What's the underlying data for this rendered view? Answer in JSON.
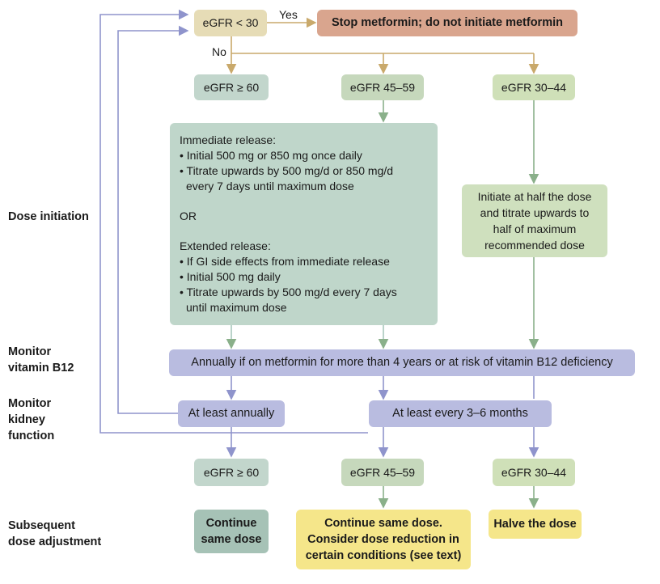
{
  "row_labels": {
    "dose_initiation": "Dose initiation",
    "monitor_b12_line1": "Monitor",
    "monitor_b12_line2": "vitamin B12",
    "monitor_kidney_line1": "Monitor",
    "monitor_kidney_line2": "kidney",
    "monitor_kidney_line3": "function",
    "subsequent_line1": "Subsequent",
    "subsequent_line2": "dose adjustment"
  },
  "decision": {
    "egfr_lt_30": "eGFR < 30",
    "yes": "Yes",
    "no": "No",
    "stop": "Stop metformin; do not initiate metformin"
  },
  "initiation_groups": {
    "g60": "eGFR ≥ 60",
    "g45": "eGFR 45–59",
    "g30": "eGFR 30–44"
  },
  "dose_box": {
    "ir_title": "Immediate release:",
    "ir_1": "• Initial 500 mg or 850 mg once daily",
    "ir_2a": "• Titrate upwards by 500 mg/d or 850 mg/d",
    "ir_2b": "every 7 days until maximum dose",
    "or": "OR",
    "er_title": "Extended release:",
    "er_1": "• If GI side effects from immediate release",
    "er_2": "• Initial 500 mg daily",
    "er_3a": "• Titrate upwards by 500 mg/d every 7 days",
    "er_3b": "until maximum dose"
  },
  "half_box": {
    "l1": "Initiate at half the dose",
    "l2": "and titrate upwards to",
    "l3": "half of maximum",
    "l4": "recommended dose"
  },
  "b12_box": "Annually if on metformin for more than 4 years or at risk of vitamin B12 deficiency",
  "kidney": {
    "annually": "At least annually",
    "every": "At least every 3–6 months"
  },
  "subsequent_groups": {
    "g60": "eGFR ≥ 60",
    "g45": "eGFR 45–59",
    "g30": "eGFR 30–44"
  },
  "outcomes": {
    "continue_l1": "Continue",
    "continue_l2": "same dose",
    "consider_l1": "Continue same dose.",
    "consider_l2": "Consider dose reduction in",
    "consider_l3": "certain conditions (see text)",
    "halve": "Halve the dose"
  },
  "colors": {
    "tan_arrow": "#c9a96b",
    "green_arrow": "#8ab08a",
    "purple_arrow": "#8f94cc",
    "stop_fill": "#d9a58e",
    "yellow_fill": "#f5e68a"
  }
}
